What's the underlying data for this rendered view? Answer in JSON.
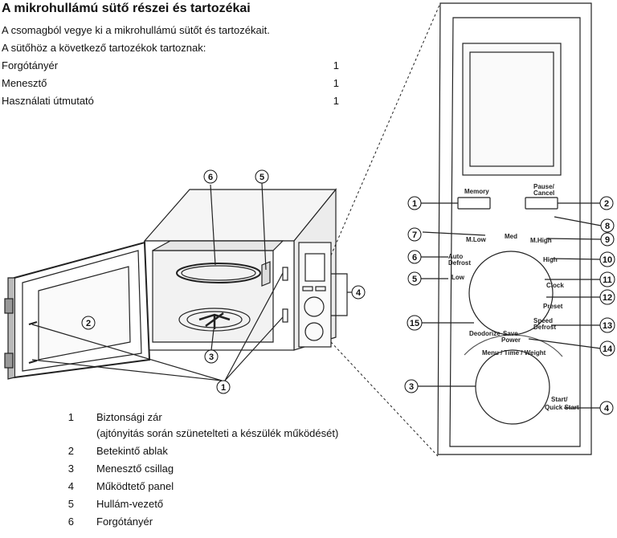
{
  "title": "A mikrohullámú sütő részei és tartozékai",
  "intro": [
    "A csomagból vegye ki a mikrohullámú sütőt és tartozékait.",
    "A sütőhöz a következő tartozékok tartoznak:"
  ],
  "accessories": [
    {
      "name": "Forgótányér",
      "qty": "1"
    },
    {
      "name": "Menesztő",
      "qty": "1"
    },
    {
      "name": "Használati útmutató",
      "qty": "1"
    }
  ],
  "parts": [
    {
      "n": "1",
      "t": "Biztonsági zár"
    },
    {
      "n": "",
      "t": "(ajtónyitás során szünetelteti a készülék működését)"
    },
    {
      "n": "2",
      "t": "Betekintő ablak"
    },
    {
      "n": "3",
      "t": "Menesztő csillag"
    },
    {
      "n": "4",
      "t": "Működtető panel"
    },
    {
      "n": "5",
      "t": "Hullám-vezető"
    },
    {
      "n": "6",
      "t": "Forgótányér"
    }
  ],
  "oven_callouts": [
    "1",
    "2",
    "3",
    "4",
    "5",
    "6"
  ],
  "panel": {
    "buttons": {
      "memory": "Memory",
      "pause": "Pause/",
      "cancel": "Cancel"
    },
    "power_labels": {
      "low": "Low",
      "auto": "Auto",
      "defrost": "Defrost",
      "mlow": "M.Low",
      "med": "Med",
      "mhigh": "M.High",
      "high": "High",
      "clock": "Clock",
      "preset": "Preset",
      "speed": "Speed",
      "speed_defrost": "Defrost",
      "save": "Save",
      "power": "Power",
      "deodorize": "Deodorize"
    },
    "dial_text": "Menu / Time / Weight",
    "start": "Start/",
    "quick_start": "Quick Start",
    "callouts": [
      "1",
      "2",
      "3",
      "4",
      "5",
      "6",
      "7",
      "8",
      "9",
      "10",
      "11",
      "12",
      "13",
      "14",
      "15"
    ]
  }
}
